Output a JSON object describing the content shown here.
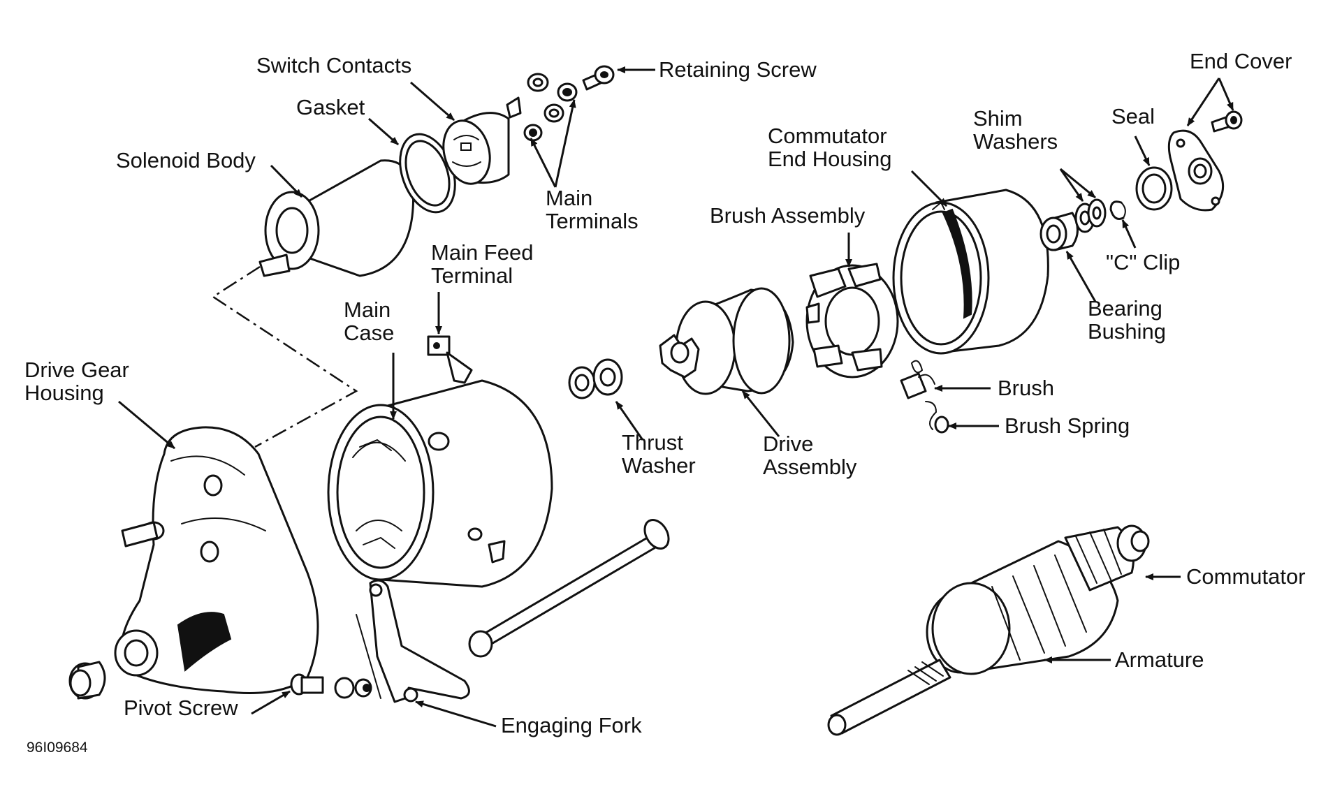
{
  "labels": {
    "switch_contacts": "Switch Contacts",
    "retaining_screw": "Retaining Screw",
    "gasket": "Gasket",
    "solenoid_body": "Solenoid Body",
    "main_terminals_1": "Main",
    "main_terminals_2": "Terminals",
    "main_feed_terminal_1": "Main Feed",
    "main_feed_terminal_2": "Terminal",
    "main_case_1": "Main",
    "main_case_2": "Case",
    "drive_gear_housing_1": "Drive Gear",
    "drive_gear_housing_2": "Housing",
    "pivot_screw": "Pivot Screw",
    "engaging_fork": "Engaging Fork",
    "thrust_washer_1": "Thrust",
    "thrust_washer_2": "Washer",
    "drive_assembly_1": "Drive",
    "drive_assembly_2": "Assembly",
    "brush_assembly": "Brush Assembly",
    "commutator_end_housing_1": "Commutator",
    "commutator_end_housing_2": "End Housing",
    "shim_washers_1": "Shim",
    "shim_washers_2": "Washers",
    "seal": "Seal",
    "end_cover": "End Cover",
    "c_clip": "\"C\" Clip",
    "bearing_bushing_1": "Bearing",
    "bearing_bushing_2": "Bushing",
    "brush": "Brush",
    "brush_spring": "Brush Spring",
    "commutator": "Commutator",
    "armature": "Armature"
  },
  "figure_code": "96I09684",
  "colors": {
    "ink": "#111111",
    "paper": "#ffffff"
  }
}
